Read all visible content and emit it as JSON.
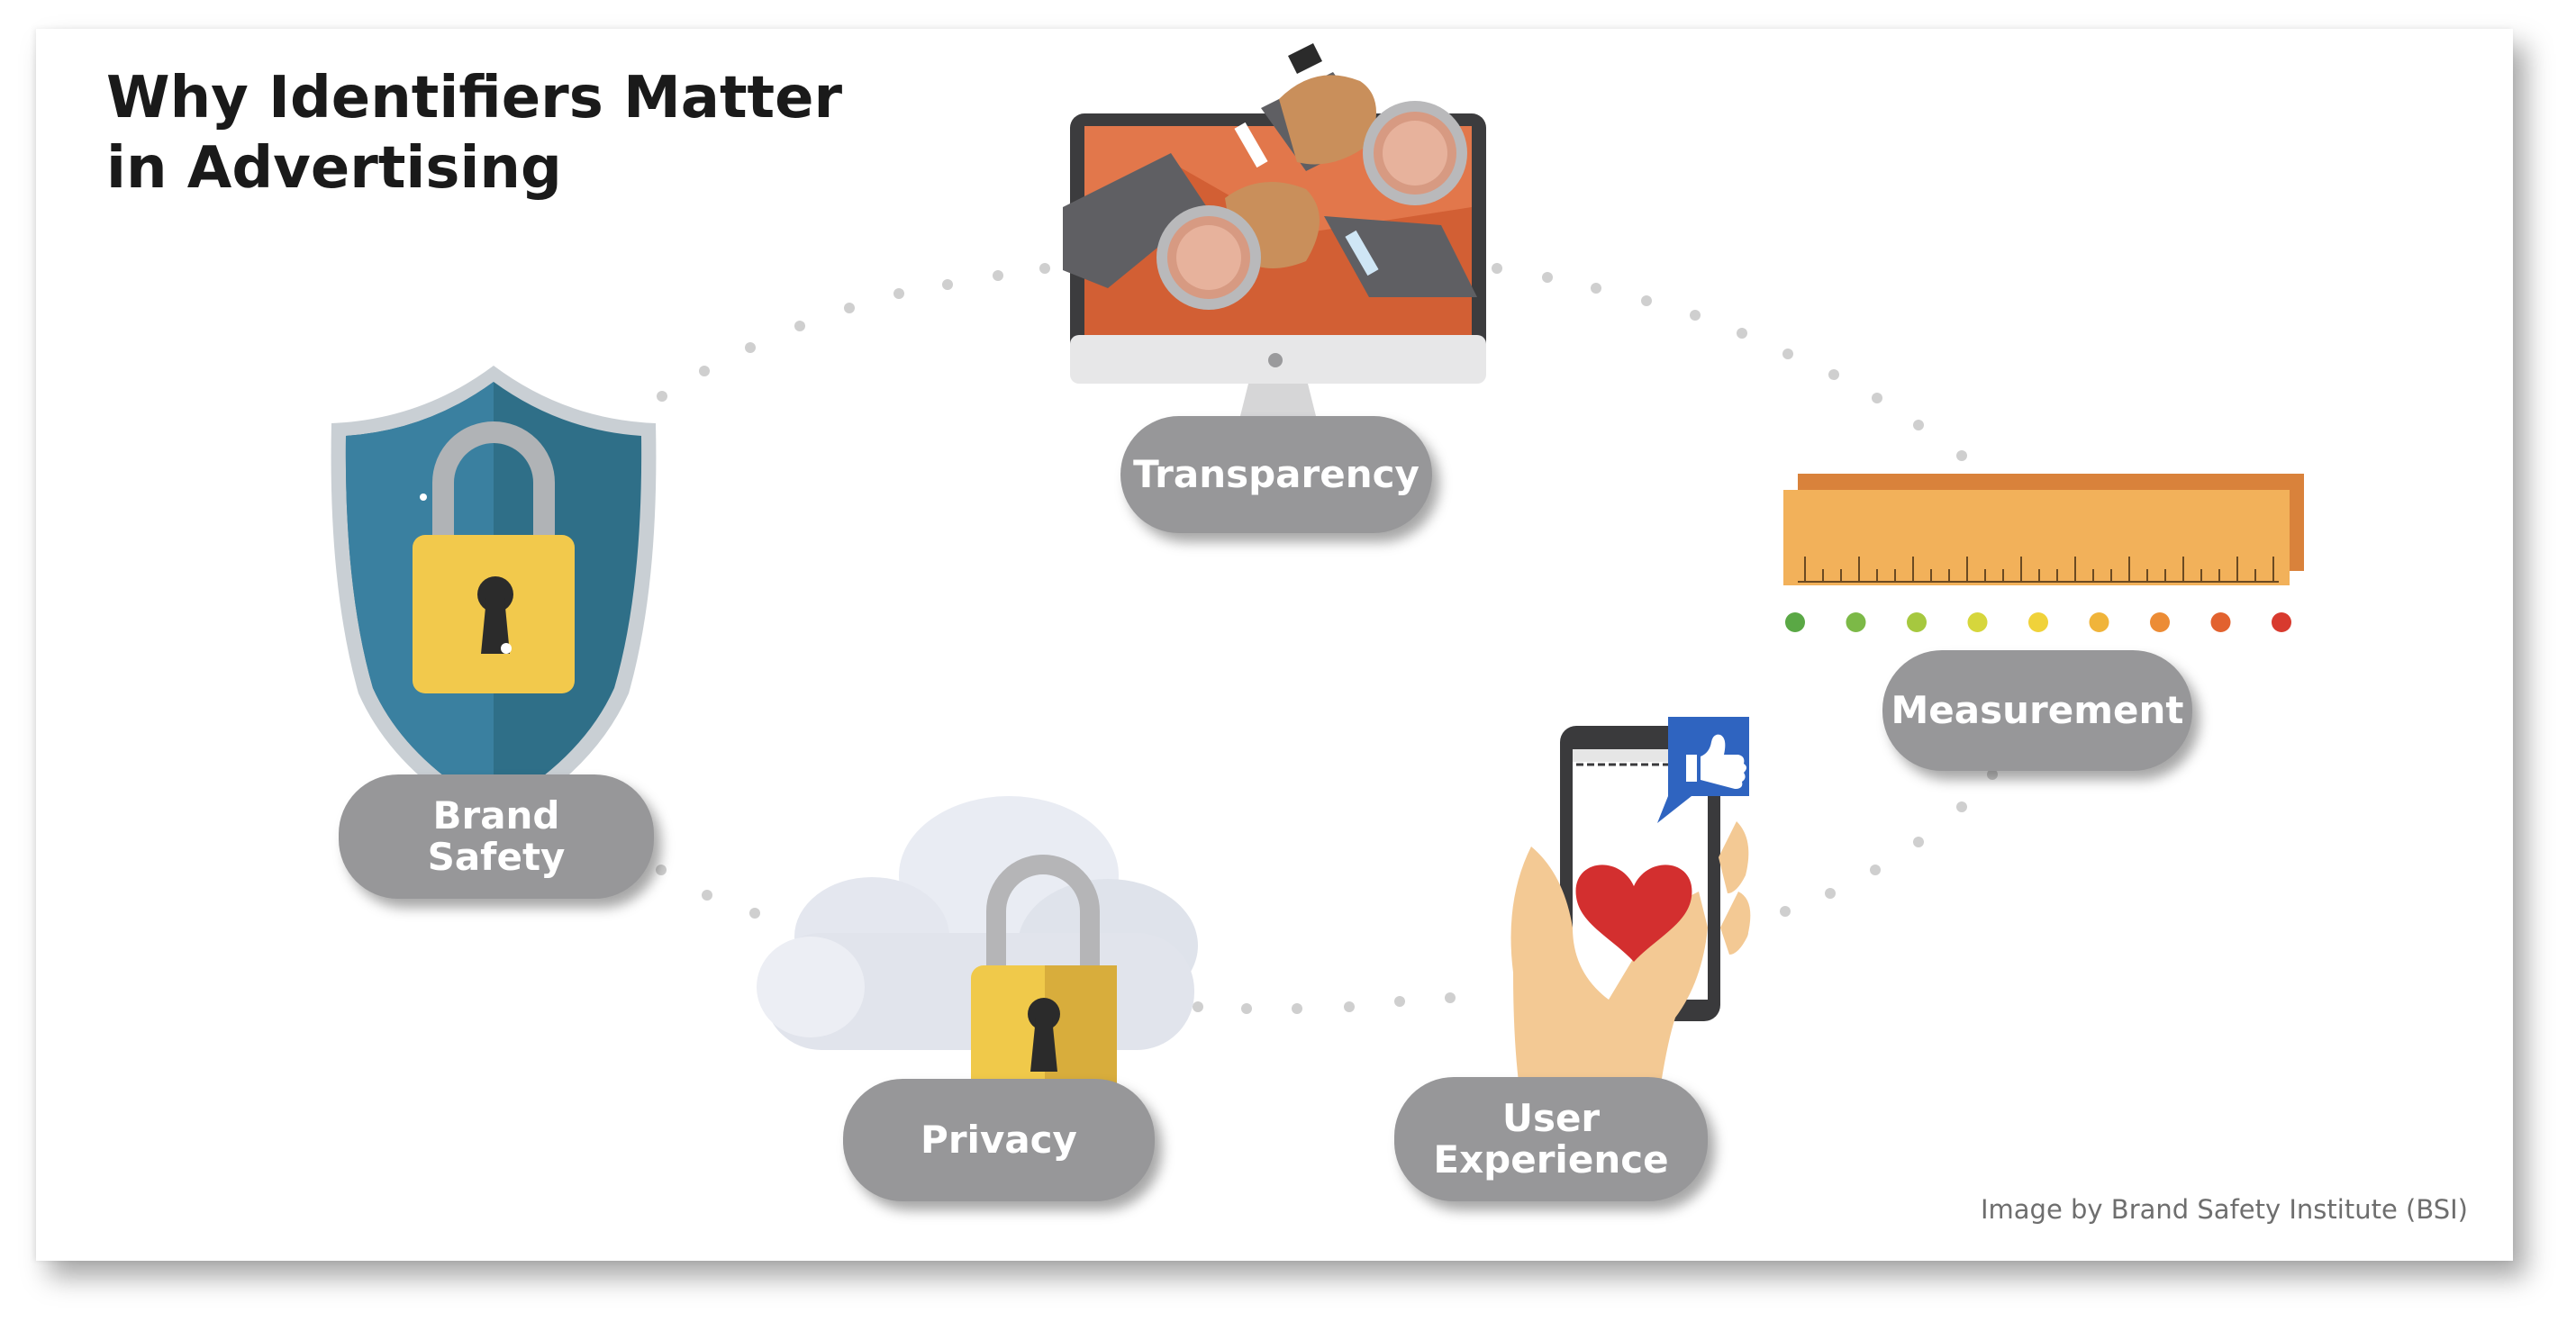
{
  "title": {
    "line1": "Why Identifiers Matter",
    "line2": "in Advertising"
  },
  "credit": "Image by Brand Safety Institute (BSI)",
  "nodes": {
    "transparency": {
      "label": "Transparency",
      "icon": "monitor-binoculars-icon"
    },
    "measurement": {
      "label": "Measurement",
      "icon": "ruler-icon"
    },
    "user_experience": {
      "line1": "User",
      "line2": "Experience",
      "icon": "phone-like-icon"
    },
    "privacy": {
      "label": "Privacy",
      "icon": "cloud-lock-icon"
    },
    "brand_safety": {
      "line1": "Brand",
      "line2": "Safety",
      "icon": "shield-lock-icon"
    }
  },
  "colors": {
    "pill": "#979799",
    "shield": "#2f6f88",
    "lock": "#f2c94c",
    "ruler": "#f2b15a",
    "monitor_screen": "#e07a4f",
    "like_badge": "#2f64c0",
    "dot_trail": "#cccccc"
  },
  "measurement_scale_dots": [
    "#5aa845",
    "#7cb947",
    "#a6c83f",
    "#d6d63c",
    "#f0d23a",
    "#f0b43a",
    "#ec8c35",
    "#e2622f",
    "#d83a2e"
  ]
}
